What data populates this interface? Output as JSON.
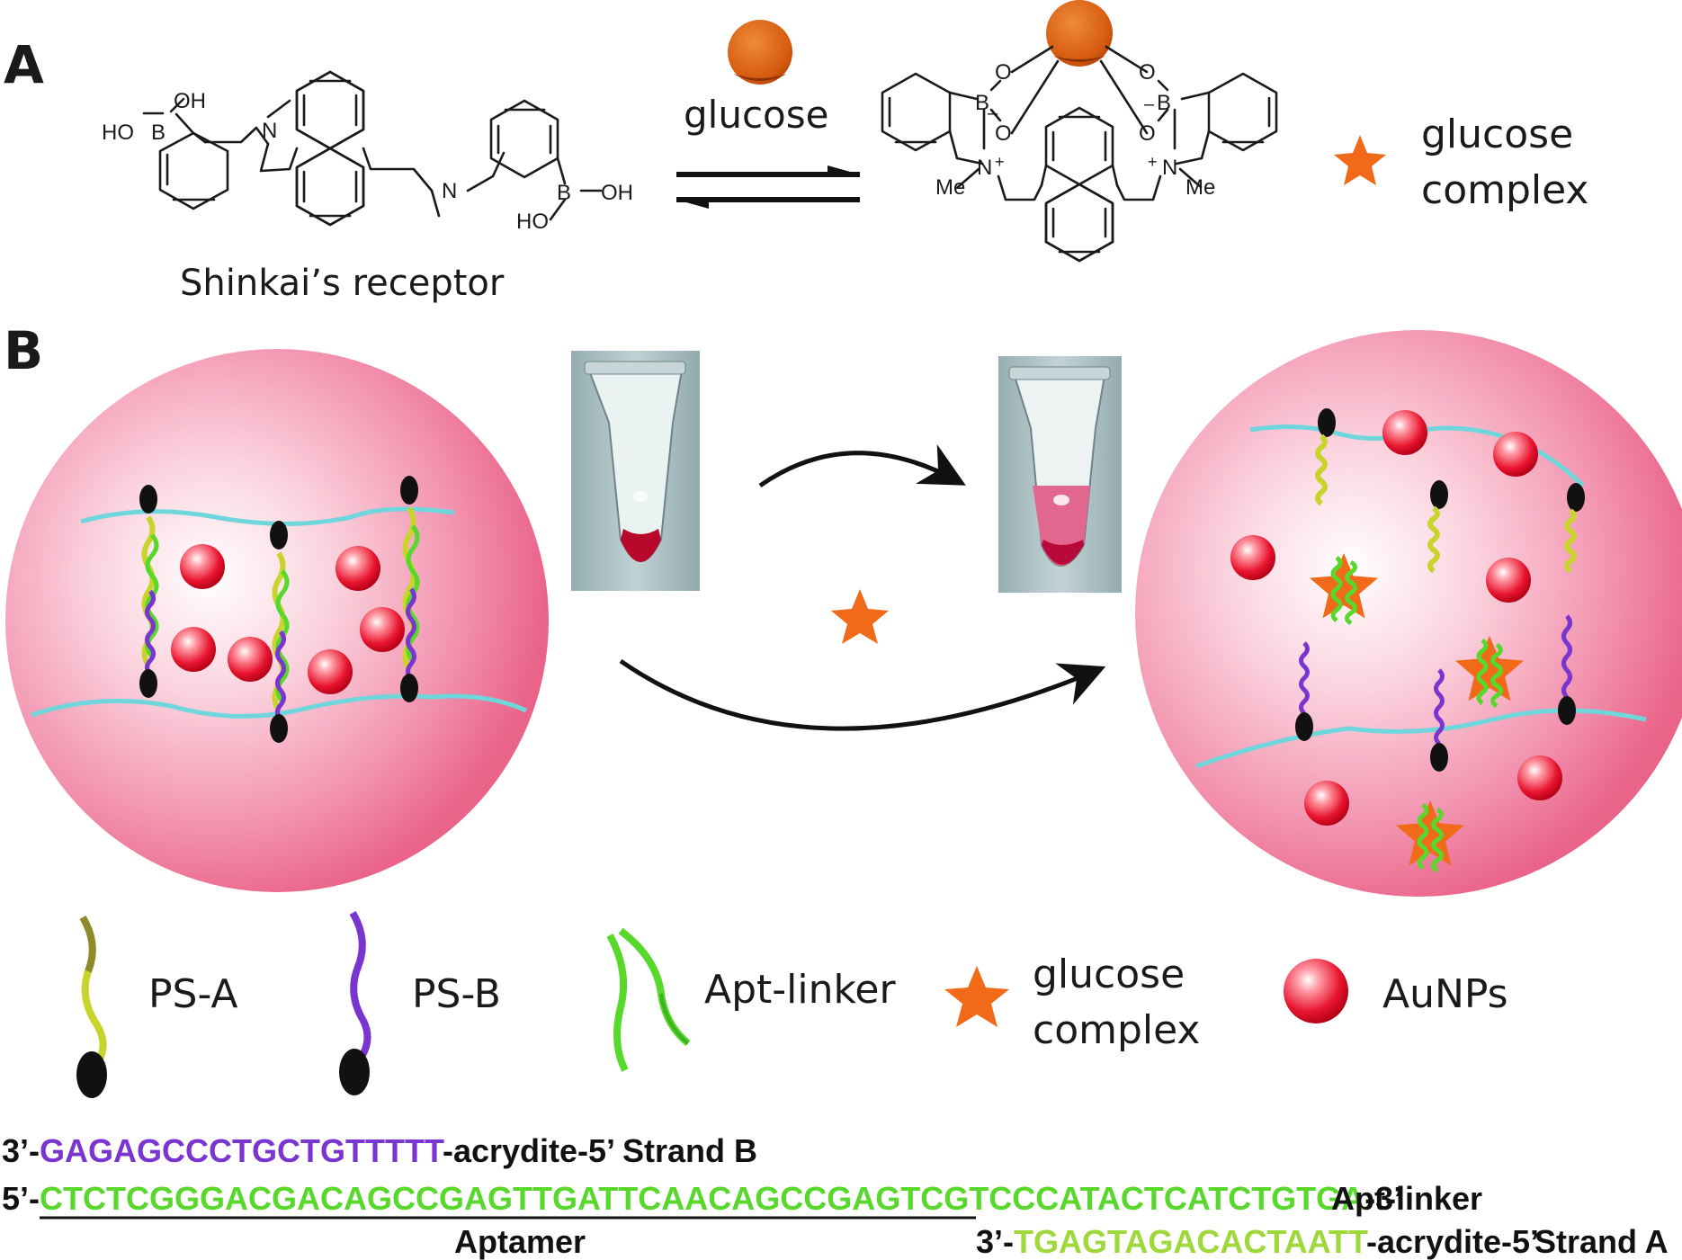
{
  "panelA": {
    "label": "A",
    "receptor_caption": "Shinkai’s receptor",
    "reagent": "glucose",
    "legend_star": [
      "glucose",
      "complex"
    ],
    "atoms_left": [
      "OH",
      "HO",
      "B",
      "N",
      "N",
      "B",
      "OH",
      "HO"
    ],
    "atoms_right": [
      "O",
      "O",
      "O",
      "O",
      "B",
      "–",
      "–",
      "B",
      "N",
      "+",
      "+",
      "N",
      "Me",
      "Me"
    ]
  },
  "panelB": {
    "label": "B",
    "legend": {
      "psa": "PS-A",
      "psb": "PS-B",
      "apt": "Apt-linker",
      "complex_line1": "glucose",
      "complex_line2": "complex",
      "aunp": "AuNPs"
    },
    "colors": {
      "ps_a": "#c8d42c",
      "ps_b": "#7a35d0",
      "apt": "#58d82a",
      "star": "#f06a1a",
      "gel": "#ec6a8c",
      "polymer": "#6fd6dc",
      "aunp": "#e3102a"
    }
  },
  "sequences": {
    "strandB": {
      "prefix": "3’-",
      "seq": "GAGAGCCCTGCTGTTTTT",
      "suffix": "-acrydite-5’",
      "name": "Strand B"
    },
    "aptLinker": {
      "prefix": "5’-",
      "seq1": "CTCTCGGGACGACAGCCGAGTTGATTCAACAGCCGAGTCGTCCC",
      "seq2": "ATACTCATCTGTGA",
      "suffix": "-3’",
      "name": "Apt-linker"
    },
    "aptamer_label": "Aptamer",
    "strandA": {
      "prefix": "3’-",
      "seq": "TGAGTAGACACTAATT",
      "suffix": "-acrydite-5’",
      "name": "Strand A"
    }
  }
}
